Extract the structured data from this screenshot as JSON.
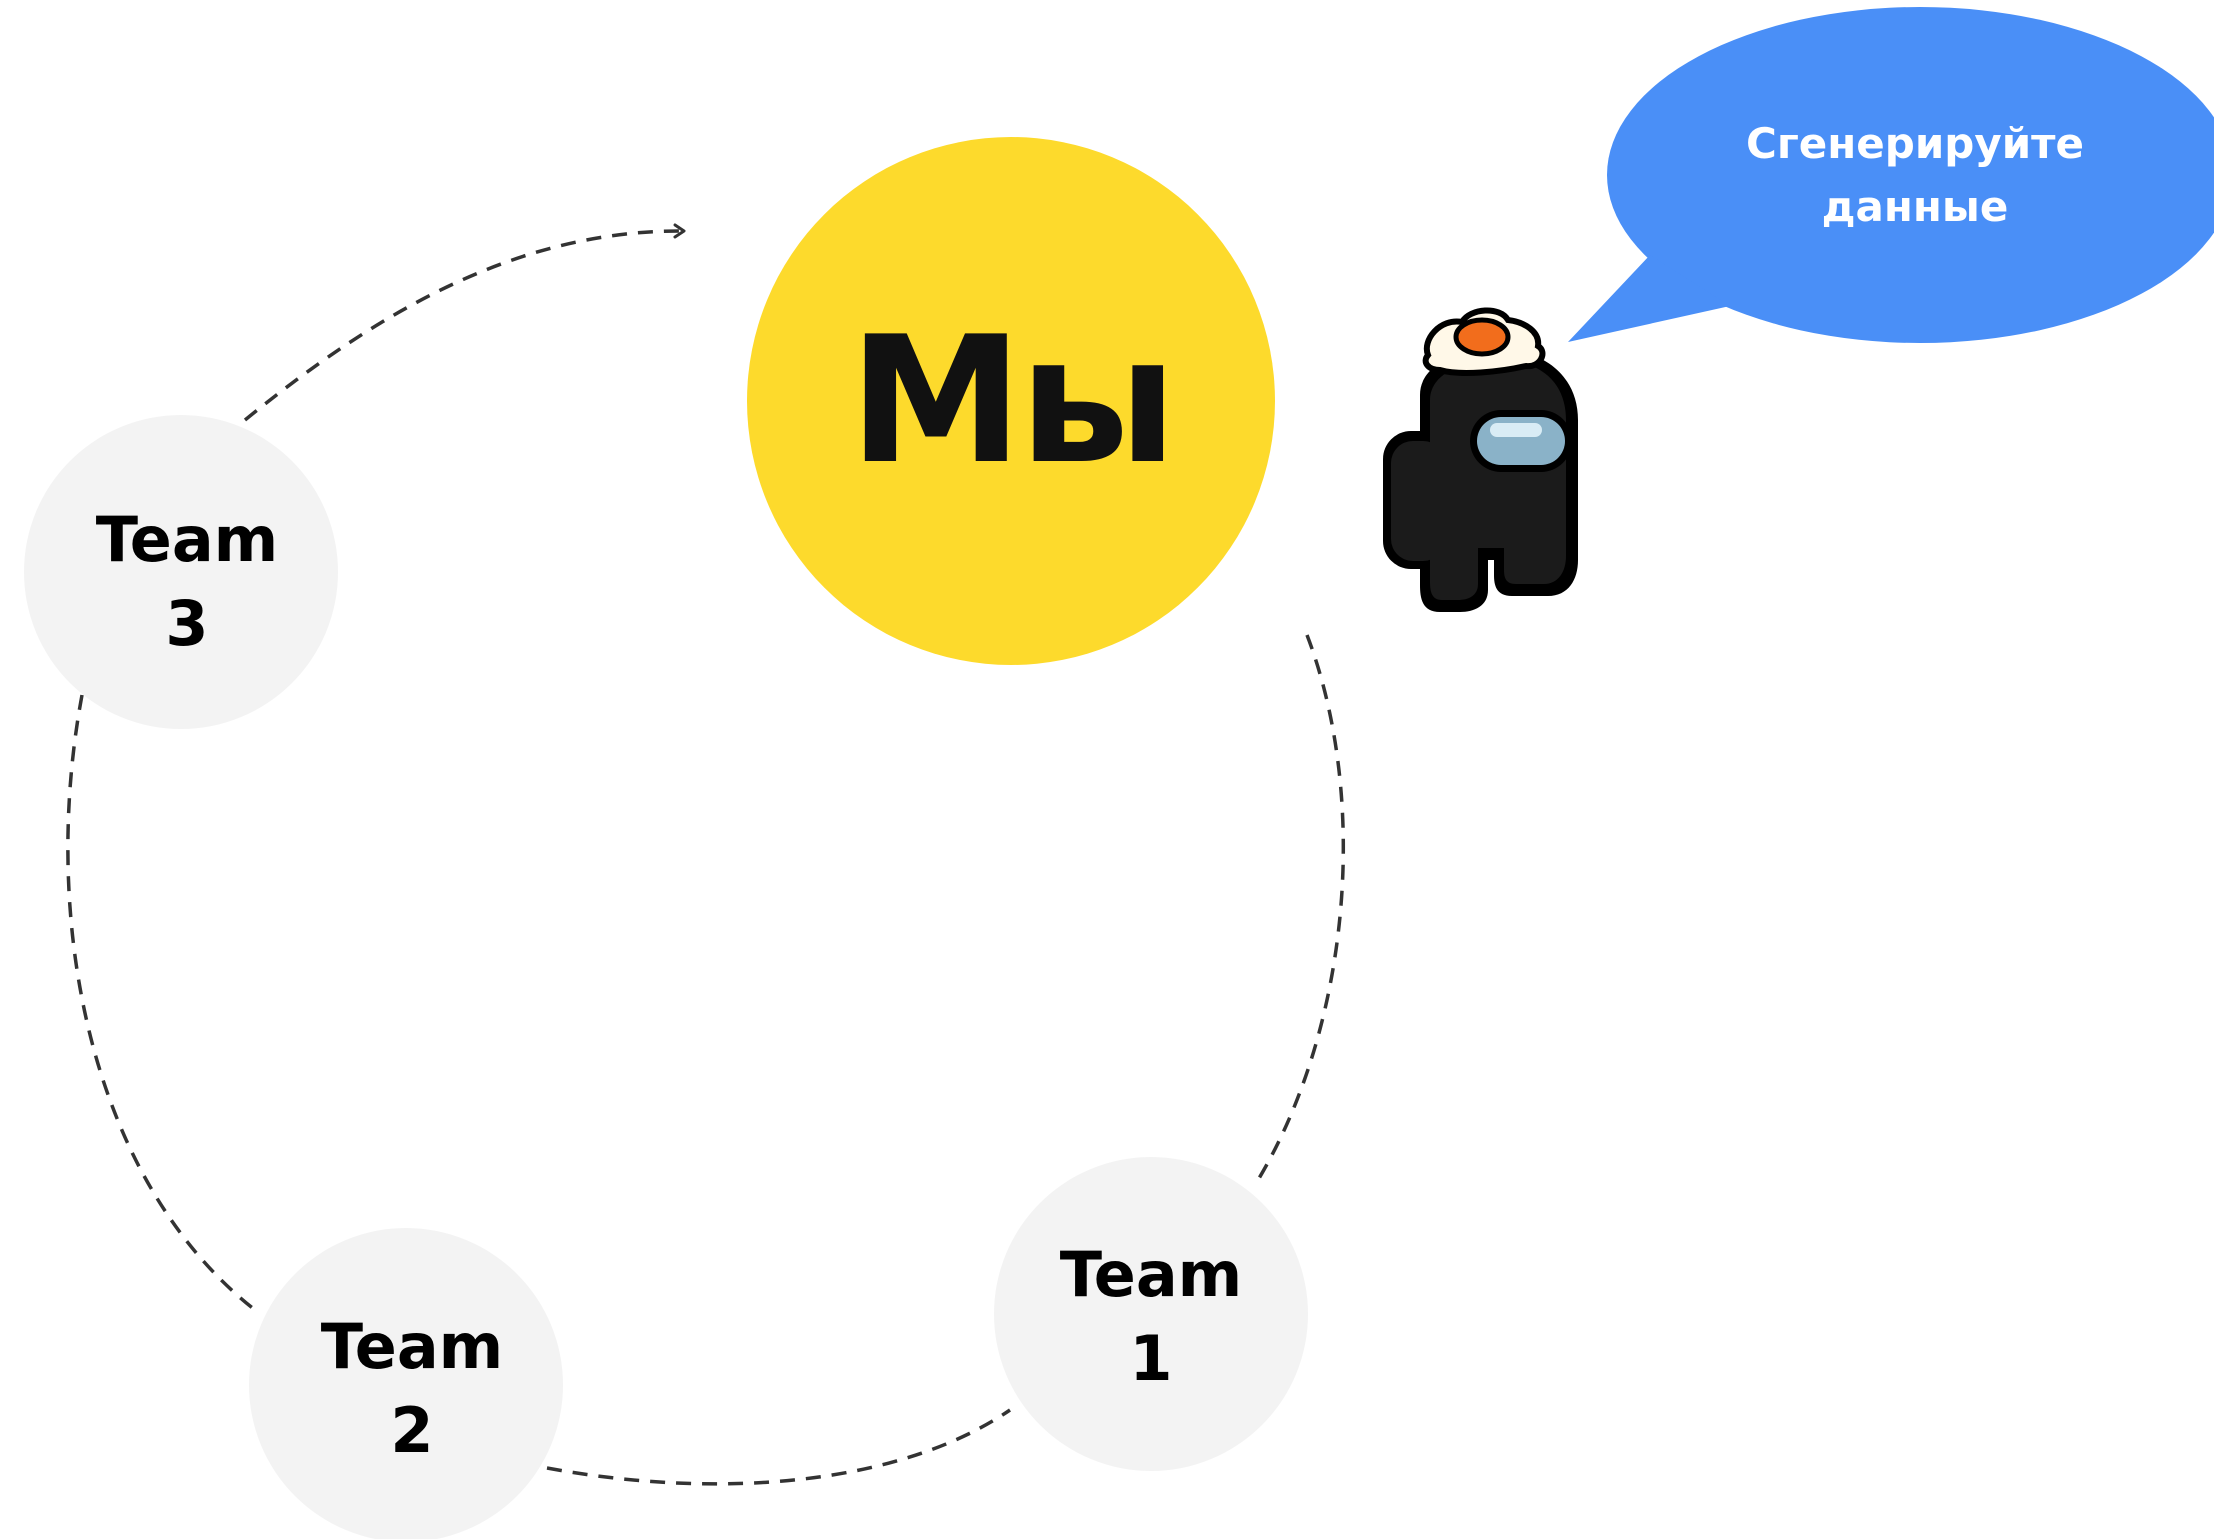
{
  "center": {
    "label": "Мы",
    "color": "#FDDA2C"
  },
  "teams": [
    {
      "line1": "Team",
      "line2": "1"
    },
    {
      "line1": "Team",
      "line2": "2"
    },
    {
      "line1": "Team",
      "line2": "3"
    }
  ],
  "speech_bubble": {
    "line1": "Сгенерируйте",
    "line2": "данные",
    "color": "#4A8FF7"
  },
  "colors": {
    "team_circle": "#F3F3F3",
    "dashed_line": "#333333"
  },
  "character": {
    "icon": "crewmate-with-egg-hat-icon"
  }
}
